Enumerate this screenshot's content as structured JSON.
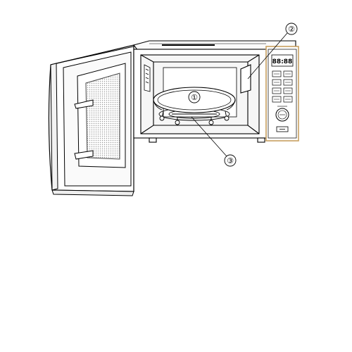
{
  "callouts": [
    {
      "id": "1",
      "label": "①"
    },
    {
      "id": "2",
      "label": "②"
    },
    {
      "id": "3",
      "label": "③"
    }
  ],
  "panel": {
    "display": "88:88"
  },
  "colors": {
    "line": "#000000",
    "panel_border": "#c8a060",
    "mesh": "#b8b8b8",
    "cavity": "#f6f6f6"
  }
}
